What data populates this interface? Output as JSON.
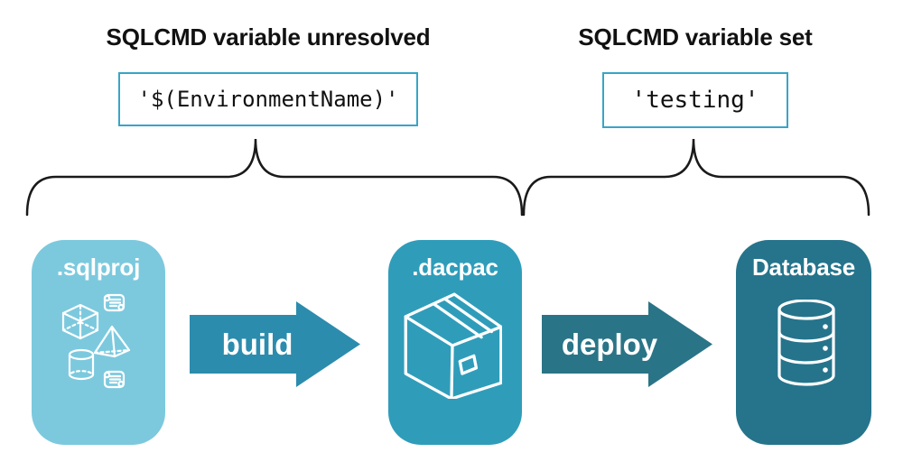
{
  "left_group": {
    "heading": "SQLCMD variable unresolved",
    "code": "'$(EnvironmentName)'"
  },
  "right_group": {
    "heading": "SQLCMD variable set",
    "code": "'testing'"
  },
  "pipeline": {
    "sqlproj_label": ".sqlproj",
    "dacpac_label": ".dacpac",
    "database_label": "Database",
    "build_label": "build",
    "deploy_label": "deploy"
  },
  "icons": {
    "sqlproj_card": [
      "script-scroll-icon",
      "cube-icon",
      "pyramid-icon",
      "cylinder-icon",
      "script-scroll-icon"
    ],
    "dacpac_card": "package-box-icon",
    "database_card": "database-cylinder-icon"
  },
  "colors": {
    "sqlproj_card": "#7CC9DE",
    "dacpac_card": "#2F9DBA",
    "database_card": "#25748C",
    "build_arrow": "#2C8CAD",
    "deploy_arrow": "#2A7487",
    "code_box_border": "#38A5C6",
    "icon_stroke": "#FFFFFF",
    "brace_stroke": "#1A1A1A",
    "heading_text": "#111111",
    "card_label_text": "#FFFFFF",
    "background": "#FFFFFF"
  }
}
